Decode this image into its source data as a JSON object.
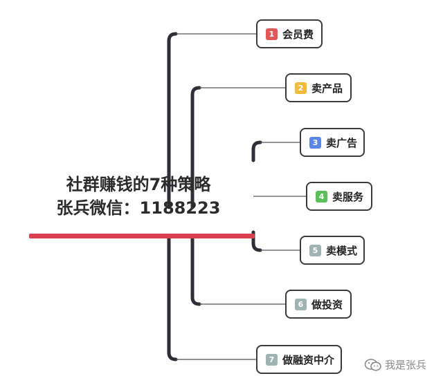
{
  "center": {
    "line1": "社群赚钱的7种策略",
    "line2": "张兵微信：1188223"
  },
  "branches": [
    {
      "number": "1",
      "label": "会员费",
      "color": "#e0585a"
    },
    {
      "number": "2",
      "label": "卖产品",
      "color": "#f2bb3c"
    },
    {
      "number": "3",
      "label": "卖广告",
      "color": "#5b86e5"
    },
    {
      "number": "4",
      "label": "卖服务",
      "color": "#5cbf5c"
    },
    {
      "number": "5",
      "label": "卖模式",
      "color": "#9fb3b3"
    },
    {
      "number": "6",
      "label": "做投资",
      "color": "#9fb3b3"
    },
    {
      "number": "7",
      "label": "做融资中介",
      "color": "#9fb3b3"
    }
  ],
  "colors": {
    "underline": "#d9414f",
    "connector": "#2e2e38",
    "thin_line": "#555555"
  },
  "watermark": {
    "text": "我是张兵",
    "icon": "wechat-icon"
  }
}
